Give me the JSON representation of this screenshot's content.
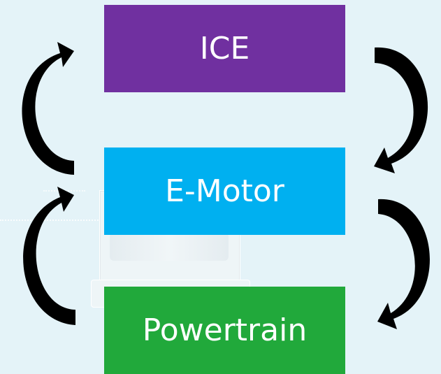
{
  "diagram": {
    "nodes": [
      {
        "id": "ice",
        "label": "ICE",
        "color": "#7030a0"
      },
      {
        "id": "emotor",
        "label": "E-Motor",
        "color": "#00b0f0"
      },
      {
        "id": "powertrain",
        "label": "Powertrain",
        "color": "#21a93b"
      }
    ],
    "edges": [
      {
        "from": "ice",
        "to": "emotor",
        "side": "right"
      },
      {
        "from": "emotor",
        "to": "ice",
        "side": "left"
      },
      {
        "from": "emotor",
        "to": "powertrain",
        "side": "right"
      },
      {
        "from": "powertrain",
        "to": "emotor",
        "side": "left"
      }
    ],
    "arrow_color": "#000000",
    "background_color": "#e4f3f8"
  }
}
